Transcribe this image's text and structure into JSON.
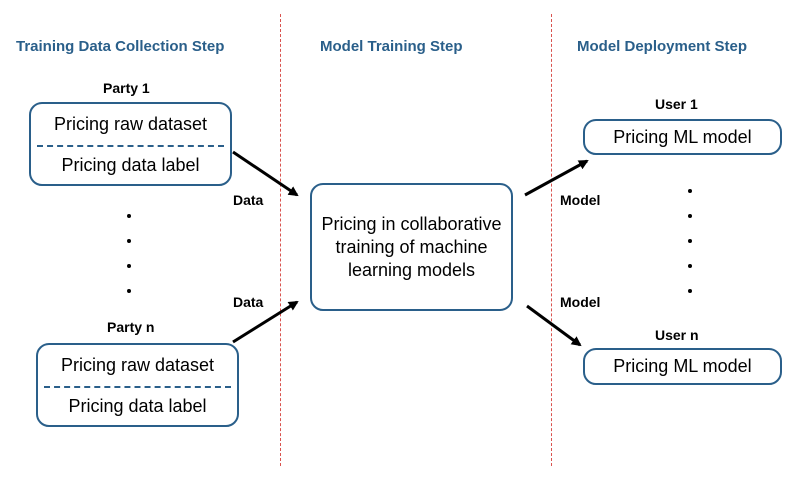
{
  "steps": {
    "collection": "Training Data Collection Step",
    "training": "Model Training Step",
    "deployment": "Model Deployment Step"
  },
  "parties": [
    {
      "name": "Party 1",
      "dataset": "Pricing raw dataset",
      "label": "Pricing data label"
    },
    {
      "name": "Party n",
      "dataset": "Pricing raw dataset",
      "label": "Pricing data label"
    }
  ],
  "center": {
    "text": "Pricing in collaborative training of machine learning models"
  },
  "users": [
    {
      "name": "User 1",
      "model": "Pricing ML model"
    },
    {
      "name": "User n",
      "model": "Pricing ML model"
    }
  ],
  "edges": {
    "data_label": "Data",
    "model_label": "Model"
  },
  "colors": {
    "accent": "#2a5f8a",
    "divider": "#d9534f"
  }
}
